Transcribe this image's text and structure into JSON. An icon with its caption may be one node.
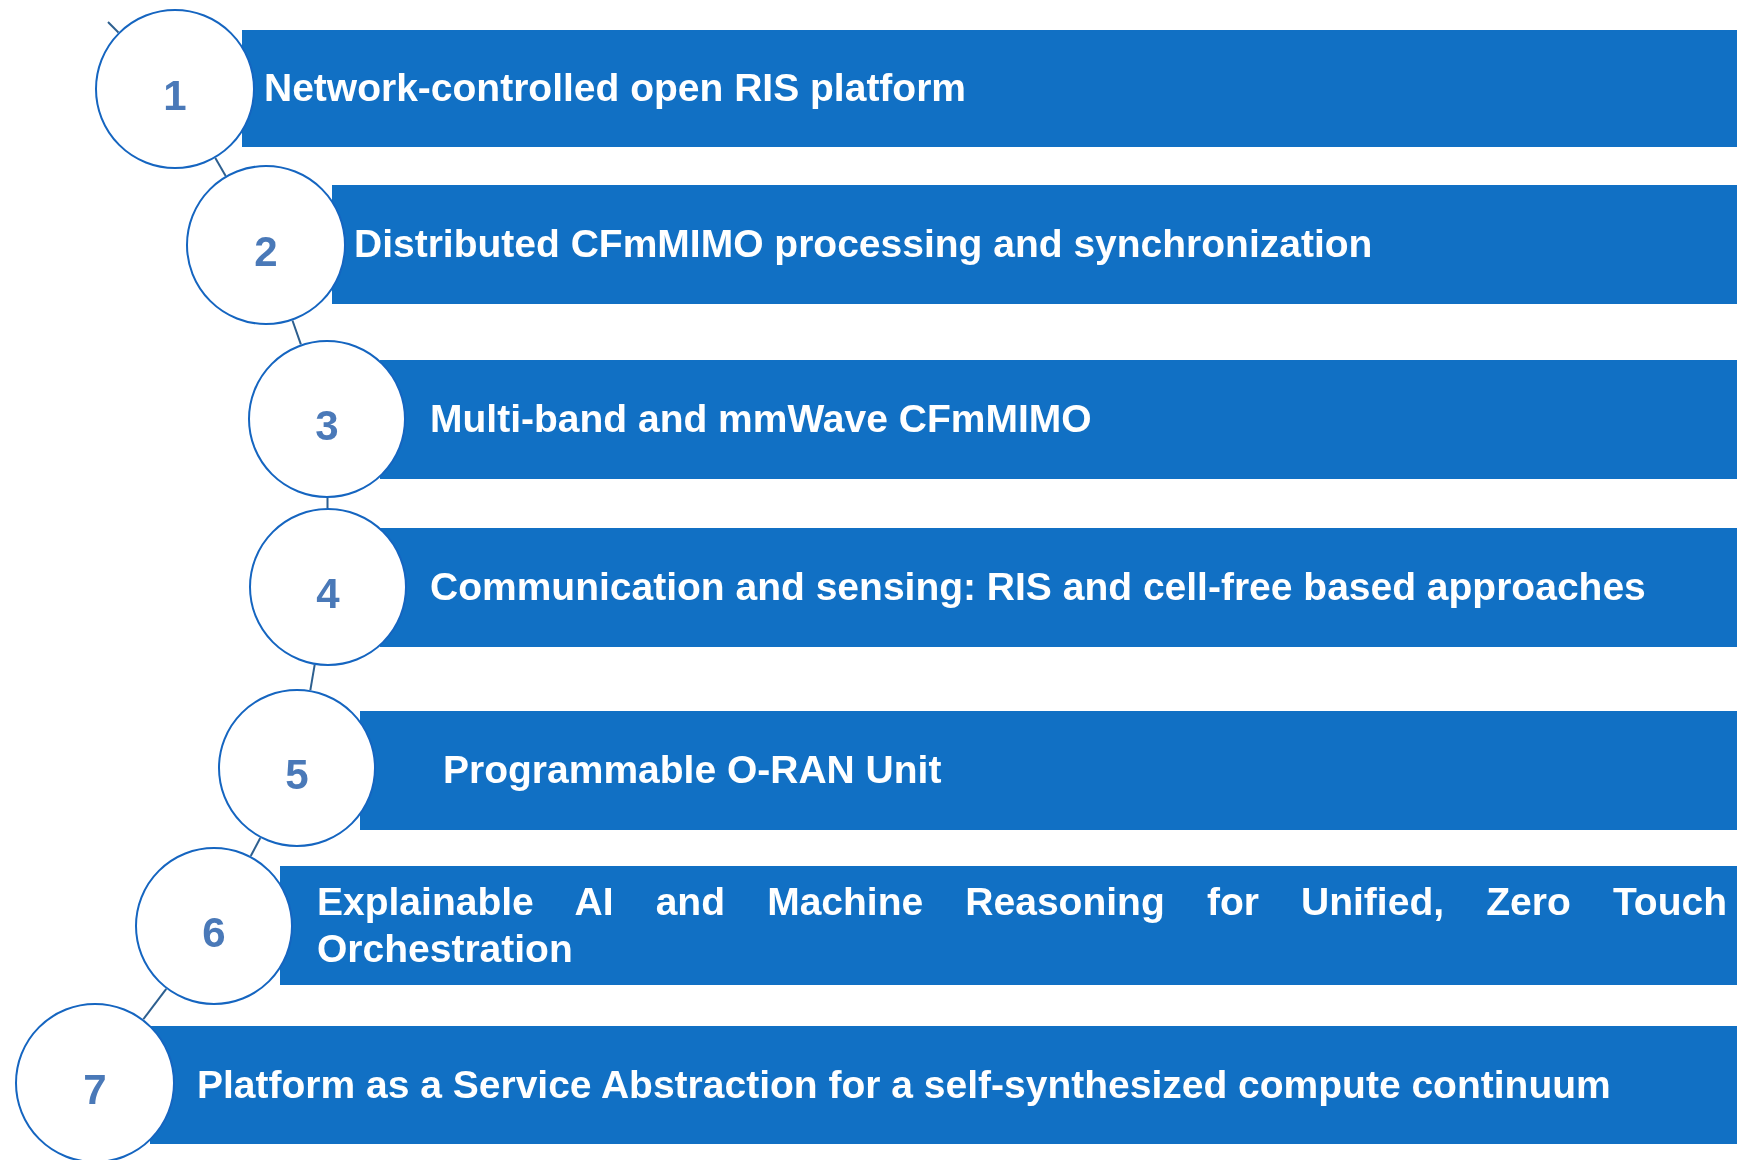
{
  "diagram": {
    "nodes": [
      {
        "text": [
          "1"
        ]
      },
      {
        "text": [
          "Network-controlled open RIS platform"
        ]
      },
      {
        "text": [
          "2"
        ]
      },
      {
        "text": [
          "Distributed CFmMIMO processing and synchronization"
        ]
      },
      {
        "text": [
          "3"
        ]
      },
      {
        "text": [
          "Multi-band and mmWave CFmMIMO"
        ]
      },
      {
        "text": [
          "4"
        ]
      },
      {
        "text": [
          "Communication and sensing: RIS and cell-free based approaches"
        ]
      },
      {
        "text": [
          "5"
        ]
      },
      {
        "text": [
          "Programmable O-RAN Unit"
        ]
      },
      {
        "text": [
          "6"
        ]
      },
      {
        "text": [
          "Explainable AI and Machine Reasoning for Unified, Zero Touch Orchestration"
        ]
      },
      {
        "text": [
          "7"
        ]
      },
      {
        "text": [
          "Platform as a Service Abstraction for a self-synthesized compute continuum"
        ]
      }
    ],
    "edges": [
      {
        "from": null,
        "to": 0,
        "arrow": "none"
      },
      {
        "from": 0,
        "to": 2,
        "arrow": "none"
      },
      {
        "from": 2,
        "to": 4,
        "arrow": "none"
      },
      {
        "from": 4,
        "to": 6,
        "arrow": "none"
      },
      {
        "from": 6,
        "to": 8,
        "arrow": "none"
      },
      {
        "from": 8,
        "to": 10,
        "arrow": "none"
      },
      {
        "from": 10,
        "to": 12,
        "arrow": "none"
      }
    ]
  }
}
